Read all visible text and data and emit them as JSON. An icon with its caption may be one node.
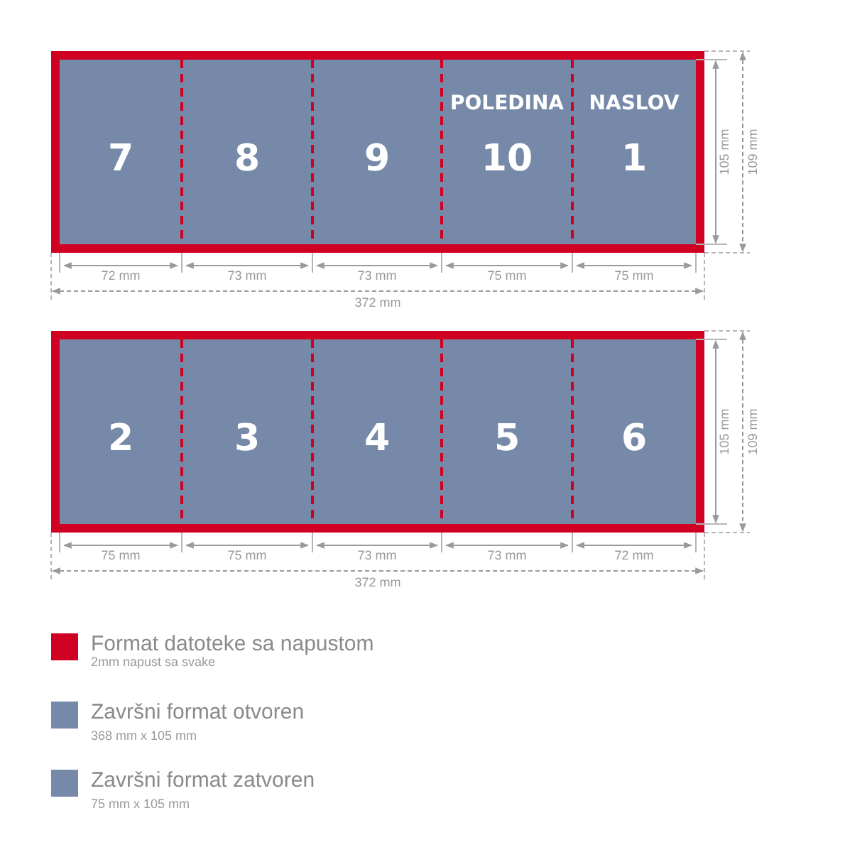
{
  "diagram": {
    "nodes": [
      {
        "text": [
          "7"
        ]
      },
      {
        "text": [
          "8"
        ]
      },
      {
        "text": [
          "9"
        ]
      },
      {
        "text": [
          "POLEDINA",
          "10"
        ]
      },
      {
        "text": [
          "NASLOV",
          "1"
        ]
      },
      {
        "text": [
          "2"
        ]
      },
      {
        "text": [
          "3"
        ]
      },
      {
        "text": [
          "4"
        ]
      },
      {
        "text": [
          "5"
        ]
      },
      {
        "text": [
          "6"
        ]
      }
    ],
    "edges": [],
    "labels": [
      "105 mm",
      "109 mm",
      "72 mm",
      "73 mm",
      "73 mm",
      "75 mm",
      "75 mm",
      "372 mm",
      "105 mm",
      "109 mm",
      "75 mm",
      "75 mm",
      "73 mm",
      "73 mm",
      "72 mm",
      "372 mm",
      "2mm napust sa svake",
      "368 mm x 105 mm",
      "75 mm x 105 mm"
    ],
    "legend": [
      {
        "text": "Format datoteke sa napustom",
        "color": "#cf0022"
      },
      {
        "text": "Završni format otvoren",
        "color": "#7689a9"
      },
      {
        "text": "Završni format zatvoren",
        "color": "#7689a9"
      }
    ]
  }
}
